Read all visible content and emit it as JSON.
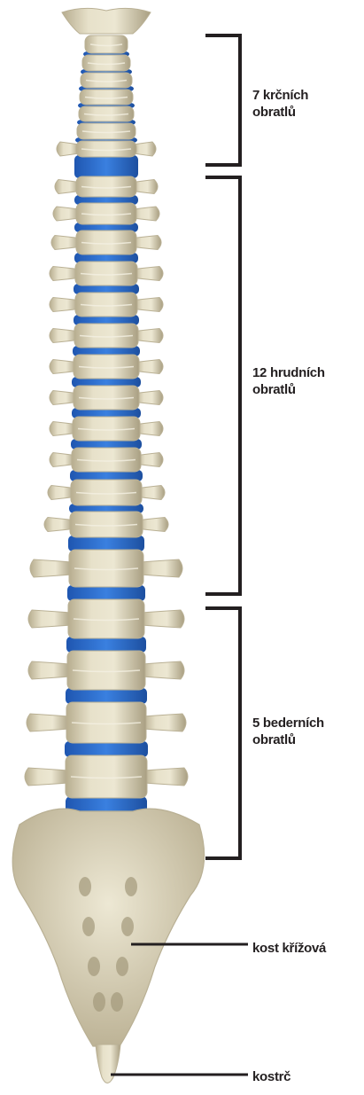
{
  "labels": {
    "cervical": {
      "line1": "7 krčních",
      "line2": "obratlů"
    },
    "thoracic": {
      "line1": "12 hrudních",
      "line2": "obratlů"
    },
    "lumbar": {
      "line1": "5 bederních",
      "line2": "obratlů"
    },
    "sacrum": "kost křížová",
    "coccyx": "kostrč"
  },
  "colors": {
    "bone": "#ddd6bb",
    "bone_shade": "#b9b094",
    "disc": "#2f6fd0",
    "bracket": "#231f20",
    "text": "#231f20"
  }
}
